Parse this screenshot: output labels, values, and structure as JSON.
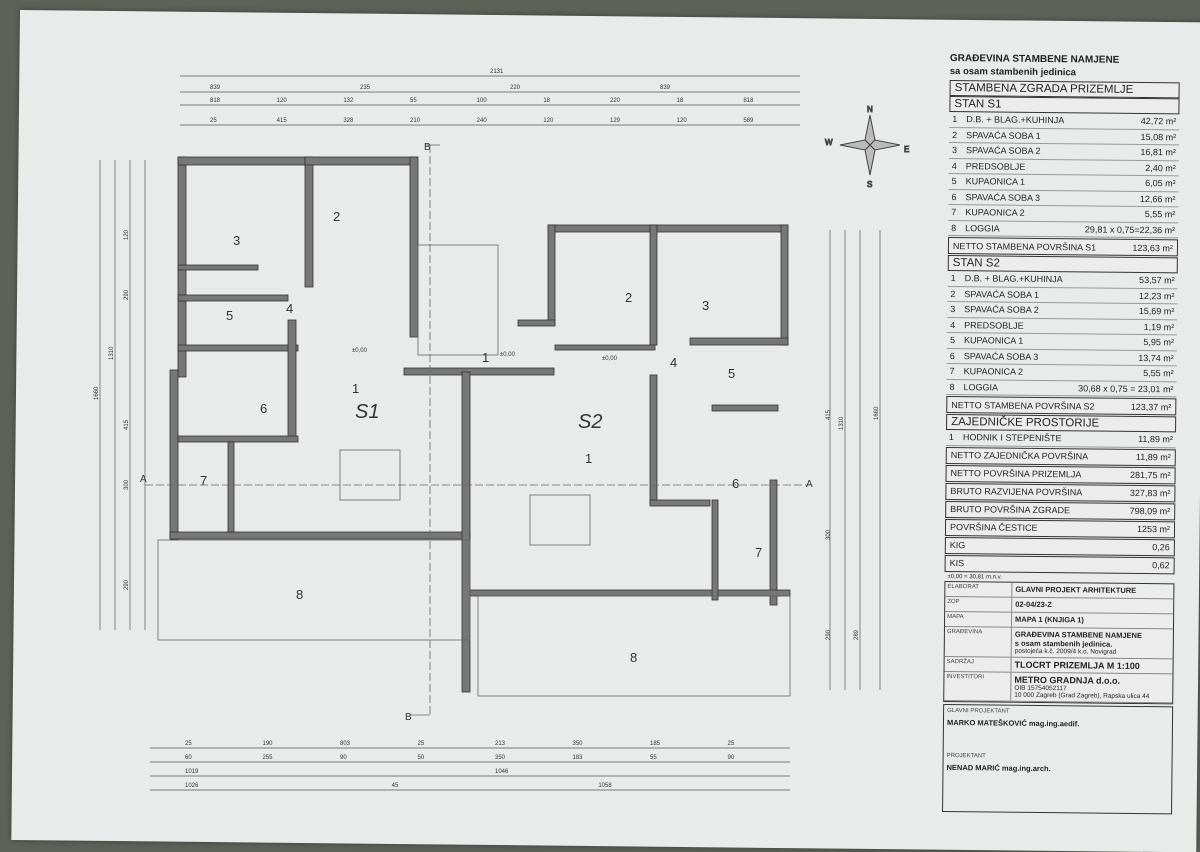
{
  "plan": {
    "dims_top": [
      "2131",
      "839",
      "235",
      "220",
      "839",
      "818",
      "120",
      "132",
      "55",
      "100",
      "18",
      "220",
      "18",
      "818",
      "25",
      "415",
      "328",
      "210",
      "240",
      "120",
      "129",
      "120",
      "589"
    ],
    "dims_bottom": [
      "25",
      "190",
      "803",
      "25",
      "213",
      "350",
      "185",
      "25",
      "60",
      "255",
      "90",
      "50",
      "350",
      "183",
      "55",
      "90",
      "1019",
      "1046",
      "1026",
      "45",
      "1058"
    ],
    "dims_left": [
      "1660",
      "1310",
      "120",
      "290",
      "415",
      "300",
      "290"
    ],
    "dims_right": [
      "1310",
      "1660",
      "415",
      "300",
      "290",
      "289"
    ],
    "rooms_s1": [
      "1",
      "2",
      "3",
      "4",
      "5",
      "6",
      "7",
      "8"
    ],
    "rooms_s2": [
      "1",
      "2",
      "3",
      "4",
      "5",
      "6",
      "7",
      "8"
    ],
    "corridor": "1",
    "unit_s1": "S1",
    "unit_s2": "S2",
    "level": "±0,00",
    "section_a": "A",
    "section_b": "B",
    "compass": {
      "n": "N",
      "s": "S",
      "e": "E",
      "w": "W"
    }
  },
  "legend": {
    "title1": "GRAĐEVINA STAMBENE NAMJENE",
    "title2": "sa osam stambenih jedinica",
    "building": "STAMBENA ZGRADA PRIZEMLJE",
    "s1": {
      "title": "STAN S1",
      "rows": [
        {
          "n": "1",
          "l": "D.B. + BLAG.+KUHINJA",
          "v": "42,72 m²"
        },
        {
          "n": "2",
          "l": "SPAVAĆA SOBA 1",
          "v": "15,08 m²"
        },
        {
          "n": "3",
          "l": "SPAVAĆA SOBA 2",
          "v": "16,81 m²"
        },
        {
          "n": "4",
          "l": "PREDSOBLJE",
          "v": "2,40 m²"
        },
        {
          "n": "5",
          "l": "KUPAONICA 1",
          "v": "6,05 m²"
        },
        {
          "n": "6",
          "l": "SPAVAĆA SOBA 3",
          "v": "12,66 m²"
        },
        {
          "n": "7",
          "l": "KUPAONICA 2",
          "v": "5,55 m²"
        },
        {
          "n": "8",
          "l": "LOGGIA",
          "v": "29,81 x 0,75=22,36 m²"
        }
      ],
      "total": "NETTO STAMBENA POVRŠINA S1",
      "total_v": "123,63 m²"
    },
    "s2": {
      "title": "STAN S2",
      "rows": [
        {
          "n": "1",
          "l": "D.B. + BLAG.+KUHINJA",
          "v": "53,57 m²"
        },
        {
          "n": "2",
          "l": "SPAVAĆA SOBA 1",
          "v": "12,23 m²"
        },
        {
          "n": "3",
          "l": "SPAVAĆA SOBA 2",
          "v": "15,69 m²"
        },
        {
          "n": "4",
          "l": "PREDSOBLJE",
          "v": "1,19 m²"
        },
        {
          "n": "5",
          "l": "KUPAONICA 1",
          "v": "5,95 m²"
        },
        {
          "n": "6",
          "l": "SPAVAĆA SOBA 3",
          "v": "13,74 m²"
        },
        {
          "n": "7",
          "l": "KUPAONICA 2",
          "v": "5,55 m²"
        },
        {
          "n": "8",
          "l": "LOGGIA",
          "v": "30,68 x 0,75 = 23,01 m²"
        }
      ],
      "total": "NETTO STAMBENA POVRŠINA S2",
      "total_v": "123,37 m²"
    },
    "common": {
      "title": "ZAJEDNIČKE PROSTORIJE",
      "rows": [
        {
          "n": "1",
          "l": "HODNIK I STEPENIŠTE",
          "v": "11,89 m²"
        }
      ]
    },
    "totals": [
      {
        "l": "NETTO ZAJEDNIČKA POVRŠINA",
        "v": "11,89 m²"
      },
      {
        "l": "NETTO POVRŠINA PRIZEMLJA",
        "v": "281,75 m²"
      },
      {
        "l": "BRUTO RAZVIJENA POVRŠINA",
        "v": "327,83 m²"
      },
      {
        "l": "BRUTO POVRŠINA ZGRADE",
        "v": "798,09 m²"
      },
      {
        "l": "POVRŠINA ČESTICE",
        "v": "1253 m²"
      },
      {
        "l": "KIG",
        "v": "0,26"
      },
      {
        "l": "KIS",
        "v": "0,62"
      }
    ],
    "elevation": "±0,00 = 30,81 m.n.v.",
    "meta": [
      {
        "k": "ELABORAT",
        "v": "GLAVNI PROJEKT ARHITEKTURE"
      },
      {
        "k": "ZOP",
        "v": "02-04/23-Z"
      },
      {
        "k": "MAPA",
        "v": "MAPA 1 (KNJIGA 1)"
      }
    ],
    "gradevina": {
      "k": "GRAĐEVINA",
      "v1": "GRAĐEVINA STAMBENE NAMJENE",
      "v2": "s osam stambenih jedinica.",
      "v3": "postojeća k.č. 2009/4 k.o. Novigrad"
    },
    "sadrzaj": {
      "k": "SADRŽAJ",
      "v": "TLOCRT PRIZEMLJA M 1:100"
    },
    "investitor": {
      "k": "INVESTITORI",
      "v1": "METRO GRADNJA d.o.o.",
      "v2": "OIB 15754052117",
      "v3": "10 000 Zagreb (Grad Zagreb), Rapska ulica 44"
    },
    "glavni": {
      "k": "GLAVNI PROJEKTANT",
      "v": "MARKO MATEŠKOVIĆ mag.ing.aedif."
    },
    "projektant": {
      "k": "PROJEKTANT",
      "v": "NENAD MARIĆ mag.ing.arch."
    }
  }
}
